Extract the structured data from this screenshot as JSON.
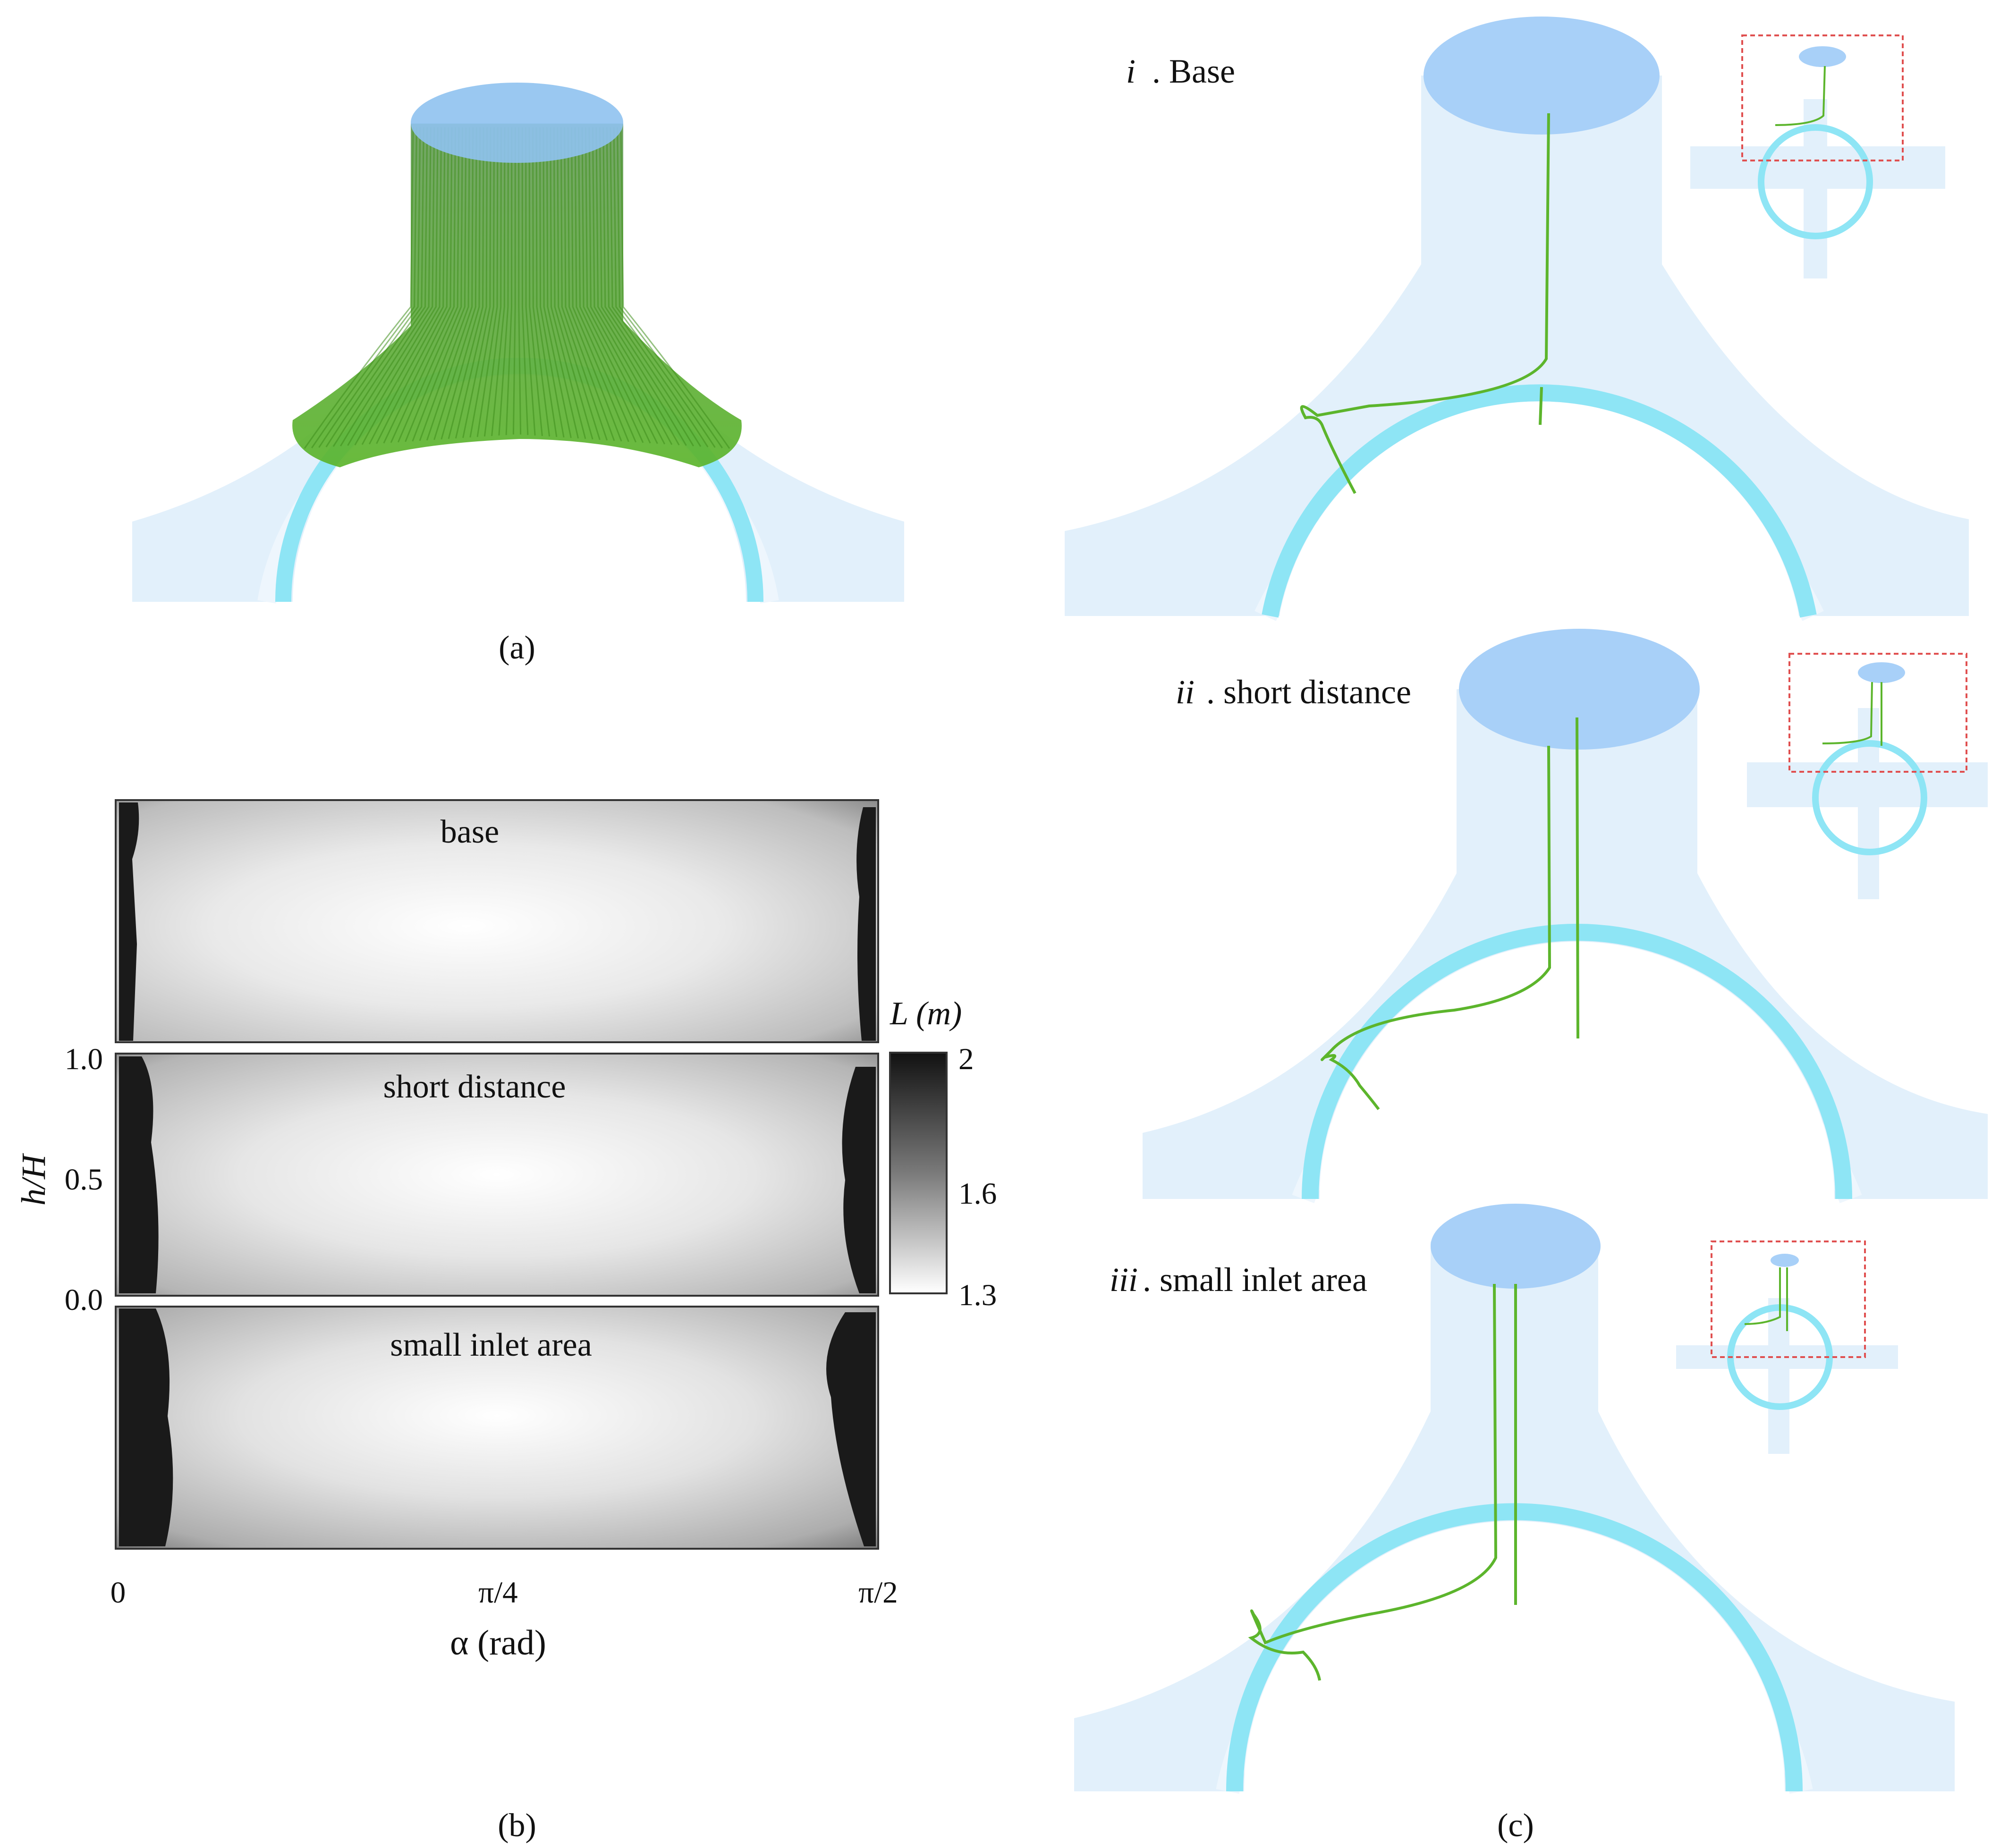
{
  "panels": {
    "a": {
      "label": "(a)"
    },
    "b": {
      "label": "(b)",
      "subplots": [
        "base",
        "short distance",
        "small inlet area"
      ],
      "ylabel": "h/H",
      "yticks": [
        "1.0",
        "0.5",
        "0.0"
      ],
      "xlabel": "α (rad)",
      "xticks": [
        "0",
        "π/4",
        "π/2"
      ],
      "colorbar": {
        "label": "L (m)",
        "ticks": [
          "2",
          "1.6",
          "1.3"
        ]
      }
    },
    "c": {
      "label": "(c)",
      "cases": [
        {
          "num": "i",
          "title": "Base"
        },
        {
          "num": "ii",
          "title": "short distance"
        },
        {
          "num": "iii",
          "title": "small inlet area"
        }
      ]
    }
  },
  "colors": {
    "fluid": "#e2f0fb",
    "inlet": "#a8d0f8",
    "wall": "#8ee5f5",
    "streamline": "#5cb52c",
    "box": "#e05050"
  }
}
